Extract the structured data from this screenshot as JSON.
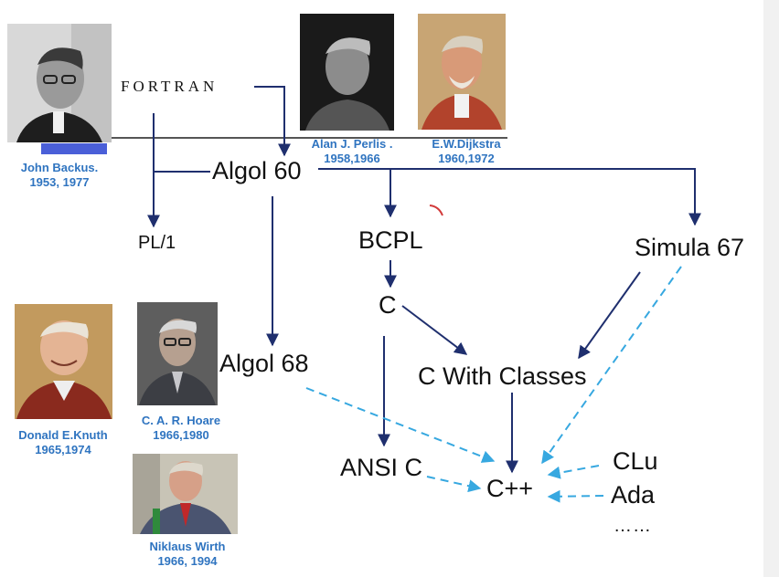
{
  "nodes": {
    "fortran": "FORTRAN",
    "algol60": "Algol 60",
    "pl1": "PL/1",
    "bcpl": "BCPL",
    "simula67": "Simula 67",
    "c": "C",
    "algol68": "Algol 68",
    "c_with_classes": "C With Classes",
    "ansi_c": "ANSI C",
    "cpp": "C++",
    "clu": "CLu",
    "ada": "Ada",
    "more": "……"
  },
  "people": {
    "backus": {
      "name": "John Backus.",
      "years": "1953, 1977"
    },
    "perlis": {
      "name": "Alan J.  Perlis .",
      "years": "1958,1966"
    },
    "dijkstra": {
      "name": "E.W.Dijkstra",
      "years": "1960,1972"
    },
    "knuth": {
      "name": "Donald E.Knuth",
      "years": "1965,1974"
    },
    "hoare": {
      "name": "C. A. R. Hoare",
      "years": "1966,1980"
    },
    "wirth": {
      "name": "Niklaus Wirth",
      "years": "1966, 1994"
    }
  },
  "colors": {
    "solid_arrow": "#1f2f6e",
    "dashed_arrow": "#37a8e0",
    "caption_text": "#2f74c0"
  }
}
